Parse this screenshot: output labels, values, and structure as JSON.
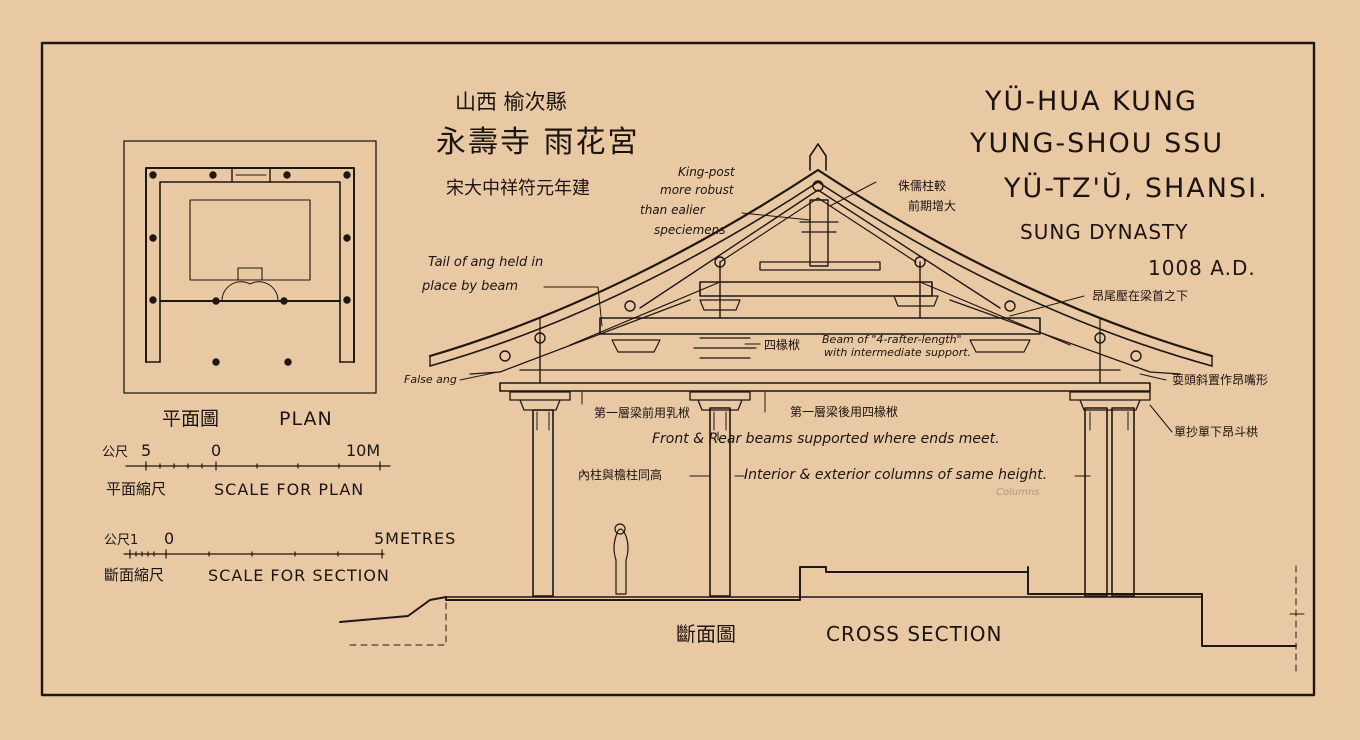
{
  "title_chinese": {
    "line1": "山西 榆次縣",
    "line2": "永壽寺 雨花宮",
    "line3": "宋大中祥符元年建"
  },
  "title_english": {
    "line1": "YÜ-HUA KUNG",
    "line2": "YUNG-SHOU SSU",
    "line3": "YÜ-TZ'Ŭ, SHANSI.",
    "line4": "SUNG DYNASTY",
    "line5": "1008 A.D."
  },
  "plan": {
    "label_cn": "平面圖",
    "label_en": "PLAN",
    "scale_cn_prefix": "公尺",
    "scale_ticks": [
      "5",
      "0",
      "10M"
    ],
    "scale_label_cn": "平面縮尺",
    "scale_label_en": "SCALE FOR PLAN"
  },
  "section_scale": {
    "scale_cn_prefix": "公尺1",
    "scale_ticks": [
      "0",
      "5METRES"
    ],
    "scale_label_cn": "斷面縮尺",
    "scale_label_en": "SCALE FOR SECTION"
  },
  "cross_section": {
    "label_cn": "斷面圖",
    "label_en": "CROSS SECTION"
  },
  "annotations": {
    "king_post": [
      "King-post",
      "more robust",
      "than ealier",
      "speciemens"
    ],
    "king_post_cn": [
      "侏儒柱較",
      "前期增大"
    ],
    "tail_of_ang": [
      "Tail of ang held in",
      "place by beam"
    ],
    "ang_tail_cn": "昂尾壓在梁首之下",
    "four_rafter_cn": "四椽栿",
    "beam_four_rafter": [
      "Beam of \"4-rafter-length\"",
      "with intermediate support."
    ],
    "false_ang": "False ang",
    "shua_tou_cn": "耍頭斜置作昂嘴形",
    "dan_chao_cn": "單抄單下昂斗栱",
    "first_beam_front_cn": "第一層梁前用乳栿",
    "first_beam_rear_cn": "第一層梁後用四椽栿",
    "front_rear_beams": "Front & Rear beams supported where ends meet.",
    "columns_cn": "內柱與檐柱同高",
    "columns_same_height": "Interior & exterior columns of same height.",
    "columns_faint": "Columns"
  },
  "colors": {
    "paper": "#e9c9a4",
    "ink": "#1f1712"
  }
}
